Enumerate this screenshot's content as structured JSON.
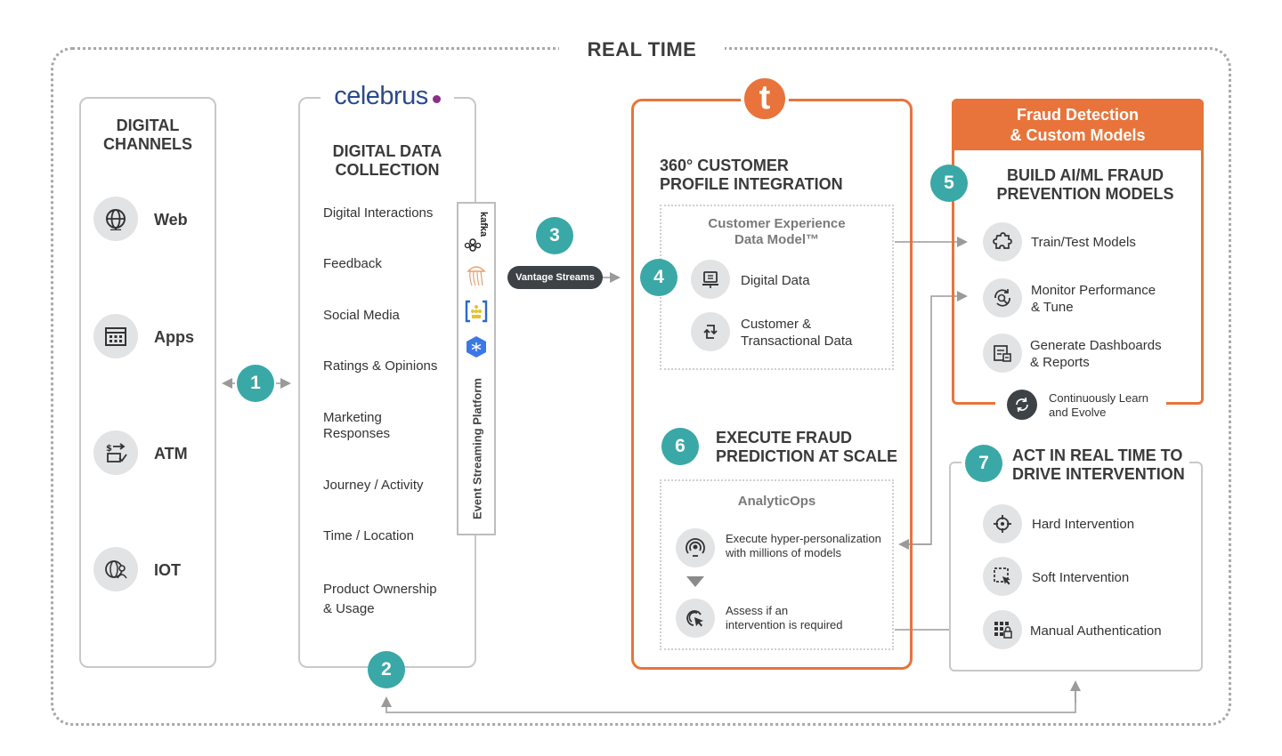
{
  "realtime_title": "REAL TIME",
  "channels": {
    "title_line1": "DIGITAL",
    "title_line2": "CHANNELS",
    "items": [
      {
        "label": "Web",
        "icon": "globe-icon"
      },
      {
        "label": "Apps",
        "icon": "calendar-grid-icon"
      },
      {
        "label": "ATM",
        "icon": "atm-transfer-icon"
      },
      {
        "label": "IOT",
        "icon": "iot-globe-person-icon"
      }
    ]
  },
  "collection": {
    "brand": "celebrus",
    "title_line1": "DIGITAL DATA",
    "title_line2": "COLLECTION",
    "items": [
      "Digital Interactions",
      "Feedback",
      "Social Media",
      "Ratings & Opinions",
      "Marketing",
      "Responses",
      "Journey / Activity",
      "Time / Location",
      "Product Ownership",
      "& Usage"
    ],
    "streaming_label": "Event Streaming Platform",
    "kafka_label": "kafka"
  },
  "vantage_streams": "Vantage Streams",
  "teradata_logo": "t",
  "profile": {
    "title_line1": "360° CUSTOMER",
    "title_line2": "PROFILE INTEGRATION",
    "model_line1": "Customer Experience",
    "model_line2": "Data Model™",
    "digital_data": "Digital Data",
    "cust_line1": "Customer &",
    "cust_line2": "Transactional Data"
  },
  "execute": {
    "title_line1": "EXECUTE FRAUD",
    "title_line2": "PREDICTION AT SCALE",
    "analyticops": "AnalyticOps",
    "exec_line1": "Execute hyper-personalization",
    "exec_line2": "with millions of models",
    "assess_line1": "Assess if an",
    "assess_line2": "intervention is required"
  },
  "fraud": {
    "header_line1": "Fraud Detection",
    "header_line2": "& Custom Models",
    "title_line1": "BUILD AI/ML FRAUD",
    "title_line2": "PREVENTION MODELS",
    "train": "Train/Test Models",
    "monitor_line1": "Monitor Performance",
    "monitor_line2": "& Tune",
    "dash_line1": "Generate Dashboards",
    "dash_line2": "& Reports",
    "learn_line1": "Continuously Learn",
    "learn_line2": "and Evolve"
  },
  "act": {
    "title_line1": "ACT IN REAL TIME TO",
    "title_line2": "DRIVE INTERVENTION",
    "hard": "Hard Intervention",
    "soft": "Soft Intervention",
    "manual": "Manual Authentication"
  },
  "badges": [
    "1",
    "2",
    "3",
    "4",
    "5",
    "6",
    "7"
  ],
  "colors": {
    "teal": "#3aa8a6",
    "orange": "#e8743b",
    "grey_circle": "#e2e3e4",
    "dark_pill": "#3d4246",
    "celebrus_blue": "#2a4a8c",
    "celebrus_dot": "#8a2f8a"
  }
}
